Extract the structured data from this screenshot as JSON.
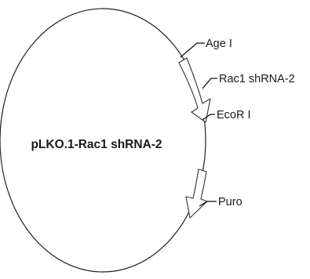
{
  "plasmid": {
    "name": "pLKO.1-Rac1 shRNA-2"
  },
  "sites": {
    "age_i": "Age I",
    "ecor_i": "EcoR I"
  },
  "features": {
    "rac1_shrna": "Rac1 shRNA-2",
    "puro": "Puro"
  },
  "colors": {
    "outline": "#222222",
    "background": "#ffffff"
  }
}
